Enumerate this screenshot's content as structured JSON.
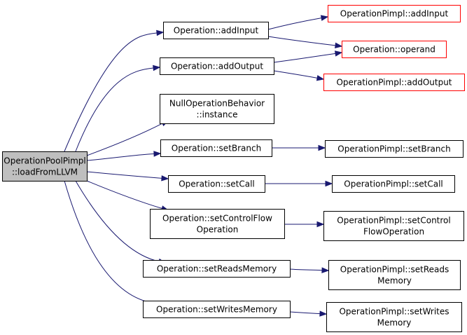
{
  "graph": {
    "colors": {
      "root_fill": "#bfbfbf",
      "node_border": "#000000",
      "external_border": "#ff0000",
      "edge": "#191970"
    },
    "nodes": [
      {
        "id": "root",
        "lines": [
          "OperationPoolPimpl",
          "::loadFromLLVM"
        ],
        "style": "root"
      },
      {
        "id": "addInput",
        "lines": [
          "Operation::addInput"
        ],
        "style": "normal"
      },
      {
        "id": "addOutput",
        "lines": [
          "Operation::addOutput"
        ],
        "style": "normal"
      },
      {
        "id": "nullInstance",
        "lines": [
          "NullOperationBehavior",
          "::instance"
        ],
        "style": "normal"
      },
      {
        "id": "setBranch",
        "lines": [
          "Operation::setBranch"
        ],
        "style": "normal"
      },
      {
        "id": "setCall",
        "lines": [
          "Operation::setCall"
        ],
        "style": "normal"
      },
      {
        "id": "setCFO",
        "lines": [
          "Operation::setControlFlow",
          "Operation"
        ],
        "style": "normal"
      },
      {
        "id": "setReads",
        "lines": [
          "Operation::setReadsMemory"
        ],
        "style": "normal"
      },
      {
        "id": "setWrites",
        "lines": [
          "Operation::setWritesMemory"
        ],
        "style": "normal"
      },
      {
        "id": "pAddInput",
        "lines": [
          "OperationPimpl::addInput"
        ],
        "style": "external"
      },
      {
        "id": "operand",
        "lines": [
          "Operation::operand"
        ],
        "style": "external"
      },
      {
        "id": "pAddOutput",
        "lines": [
          "OperationPimpl::addOutput"
        ],
        "style": "external"
      },
      {
        "id": "pSetBranch",
        "lines": [
          "OperationPimpl::setBranch"
        ],
        "style": "normal"
      },
      {
        "id": "pSetCall",
        "lines": [
          "OperationPimpl::setCall"
        ],
        "style": "normal"
      },
      {
        "id": "pSetCFO",
        "lines": [
          "OperationPimpl::setControl",
          "FlowOperation"
        ],
        "style": "normal"
      },
      {
        "id": "pSetReads",
        "lines": [
          "OperationPimpl::setReads",
          "Memory"
        ],
        "style": "normal"
      },
      {
        "id": "pSetWrites",
        "lines": [
          "OperationPimpl::setWrites",
          "Memory"
        ],
        "style": "normal"
      }
    ],
    "edges": [
      {
        "from": "root",
        "to": "addInput"
      },
      {
        "from": "root",
        "to": "addOutput"
      },
      {
        "from": "root",
        "to": "nullInstance"
      },
      {
        "from": "root",
        "to": "setBranch"
      },
      {
        "from": "root",
        "to": "setCall"
      },
      {
        "from": "root",
        "to": "setCFO"
      },
      {
        "from": "root",
        "to": "setReads"
      },
      {
        "from": "root",
        "to": "setWrites"
      },
      {
        "from": "addInput",
        "to": "pAddInput"
      },
      {
        "from": "addInput",
        "to": "operand"
      },
      {
        "from": "addOutput",
        "to": "operand"
      },
      {
        "from": "addOutput",
        "to": "pAddOutput"
      },
      {
        "from": "setBranch",
        "to": "pSetBranch"
      },
      {
        "from": "setCall",
        "to": "pSetCall"
      },
      {
        "from": "setCFO",
        "to": "pSetCFO"
      },
      {
        "from": "setReads",
        "to": "pSetReads"
      },
      {
        "from": "setWrites",
        "to": "pSetWrites"
      }
    ]
  }
}
